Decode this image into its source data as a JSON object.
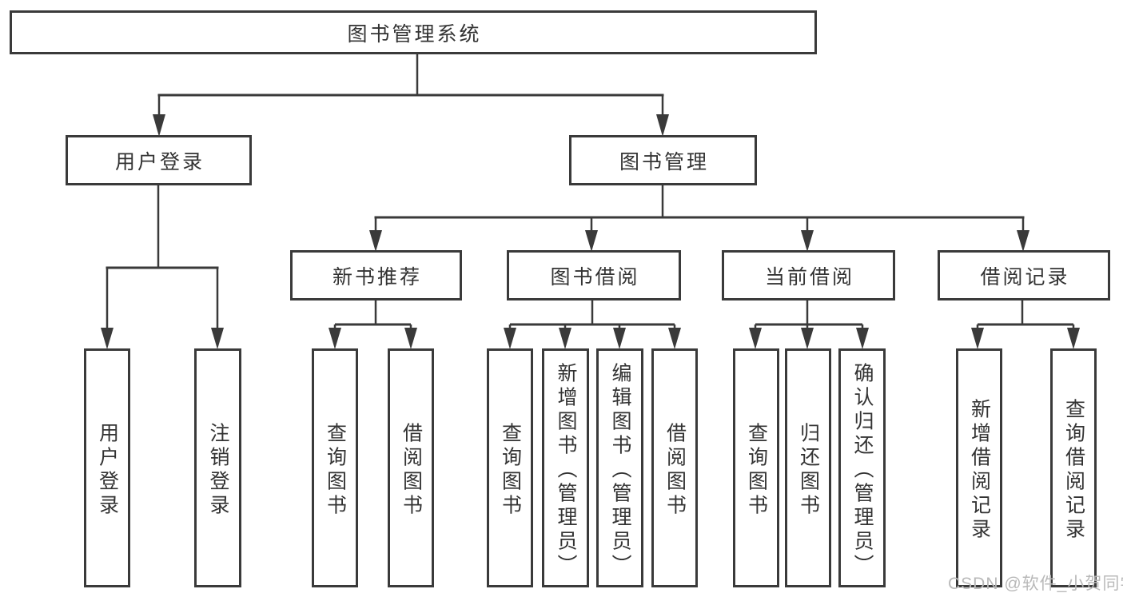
{
  "diagram": {
    "root": {
      "label": "图书管理系统"
    },
    "level2": {
      "user_login": {
        "label": "用户登录"
      },
      "book_mgmt": {
        "label": "图书管理"
      }
    },
    "level3": {
      "new_books": {
        "label": "新书推荐"
      },
      "book_borrow": {
        "label": "图书借阅"
      },
      "current_borrow": {
        "label": "当前借阅"
      },
      "borrow_records": {
        "label": "借阅记录"
      }
    },
    "leaves": {
      "user_login_leaf": {
        "label": "用户登录"
      },
      "logout": {
        "label": "注销登录"
      },
      "nb_search": {
        "label": "查询图书"
      },
      "nb_borrow": {
        "label": "借阅图书"
      },
      "bb_search": {
        "label": "查询图书"
      },
      "bb_add": {
        "label": "新增图书（管理员）"
      },
      "bb_edit": {
        "label": "编辑图书（管理员）"
      },
      "bb_borrow": {
        "label": "借阅图书"
      },
      "cb_search": {
        "label": "查询图书"
      },
      "cb_return": {
        "label": "归还图书"
      },
      "cb_confirm": {
        "label": "确认归还（管理员）"
      },
      "br_add": {
        "label": "新增借阅记录"
      },
      "br_search": {
        "label": "查询借阅记录"
      }
    }
  },
  "watermark": {
    "text": "CSDN @软件_小贺同学",
    "color": "#b9b9b9"
  },
  "colors": {
    "line": "#3a3a3a",
    "border": "#3a3a3a",
    "text": "#333333",
    "background": "#ffffff"
  }
}
